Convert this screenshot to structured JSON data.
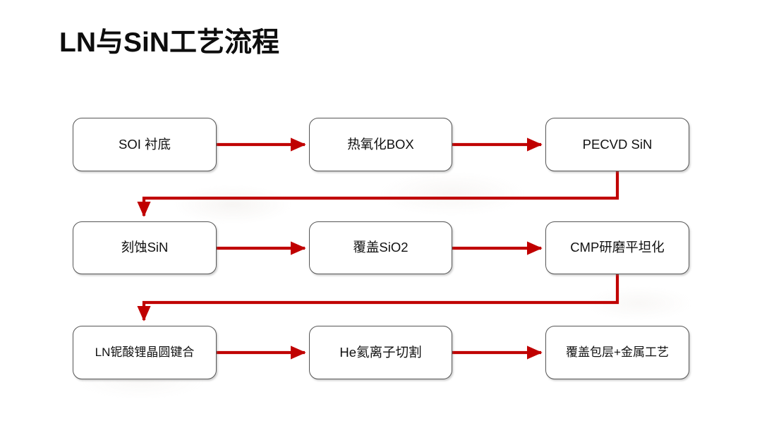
{
  "page": {
    "title": "LN与SiN工艺流程",
    "background_color": "#ffffff",
    "accent_color": "#c00000",
    "box_border_color": "#565656",
    "text_color": "#111111"
  },
  "flowchart": {
    "type": "process-flow",
    "direction": "left-to-right, serpentine wrap",
    "rows": 3,
    "columns": 3,
    "steps": [
      {
        "id": "step-1",
        "order": 1,
        "label": "SOI 衬底",
        "row": 1,
        "col": 1
      },
      {
        "id": "step-2",
        "order": 2,
        "label": "热氧化BOX",
        "row": 1,
        "col": 2
      },
      {
        "id": "step-3",
        "order": 3,
        "label": "PECVD SiN",
        "row": 1,
        "col": 3
      },
      {
        "id": "step-4",
        "order": 4,
        "label": "刻蚀SiN",
        "row": 2,
        "col": 1
      },
      {
        "id": "step-5",
        "order": 5,
        "label": "覆盖SiO2",
        "row": 2,
        "col": 2
      },
      {
        "id": "step-6",
        "order": 6,
        "label": "CMP研磨平坦化",
        "row": 2,
        "col": 3
      },
      {
        "id": "step-7",
        "order": 7,
        "label": "LN铌酸锂晶圆键合",
        "row": 3,
        "col": 1
      },
      {
        "id": "step-8",
        "order": 8,
        "label": "He氦离子切割",
        "row": 3,
        "col": 2
      },
      {
        "id": "step-9",
        "order": 9,
        "label": "覆盖包层+金属工艺",
        "row": 3,
        "col": 3
      }
    ],
    "connectors": [
      {
        "id": "conn-1-2",
        "from": "step-1",
        "to": "step-2",
        "style": "straight-horizontal",
        "arrow": true
      },
      {
        "id": "conn-2-3",
        "from": "step-2",
        "to": "step-3",
        "style": "straight-horizontal",
        "arrow": true
      },
      {
        "id": "conn-3-4",
        "from": "step-3",
        "to": "step-4",
        "style": "elbow-wrap-down-left",
        "arrow": true
      },
      {
        "id": "conn-4-5",
        "from": "step-4",
        "to": "step-5",
        "style": "straight-horizontal",
        "arrow": true
      },
      {
        "id": "conn-5-6",
        "from": "step-5",
        "to": "step-6",
        "style": "straight-horizontal",
        "arrow": true
      },
      {
        "id": "conn-6-7",
        "from": "step-6",
        "to": "step-7",
        "style": "elbow-wrap-down-left",
        "arrow": true
      },
      {
        "id": "conn-7-8",
        "from": "step-7",
        "to": "step-8",
        "style": "straight-horizontal",
        "arrow": true
      },
      {
        "id": "conn-8-9",
        "from": "step-8",
        "to": "step-9",
        "style": "straight-horizontal",
        "arrow": true
      }
    ]
  }
}
